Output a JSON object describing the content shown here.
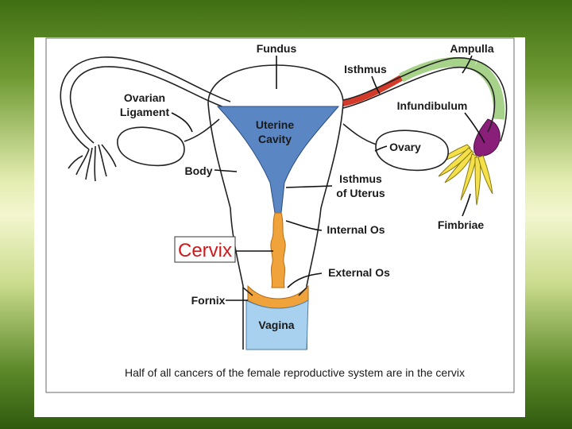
{
  "labels": {
    "fundus": "Fundus",
    "ampulla": "Ampulla",
    "isthmus": "Isthmus",
    "ovarian_ligament_line1": "Ovarian",
    "ovarian_ligament_line2": "Ligament",
    "infundibulum": "Infundibulum",
    "uterine_cavity_line1": "Uterine",
    "uterine_cavity_line2": "Cavity",
    "ovary": "Ovary",
    "body": "Body",
    "isthmus_of_uterus_line1": "Isthmus",
    "isthmus_of_uterus_line2": "of Uterus",
    "internal_os": "Internal Os",
    "fimbriae": "Fimbriae",
    "cervix": "Cervix",
    "external_os": "External Os",
    "fornix": "Fornix",
    "vagina": "Vagina"
  },
  "caption": "Half of all cancers of the female reproductive system are in the cervix",
  "colors": {
    "uterine_cavity": "#5b86c4",
    "cervical_canal": "#f0a33a",
    "vagina": "#a8d0ef",
    "ampulla": "#a6d28a",
    "isthmus_tube": "#d43a2a",
    "infundibulum": "#8a1f7a",
    "fimbriae": "#f4e04a",
    "cervix_label": "#d0191c"
  }
}
